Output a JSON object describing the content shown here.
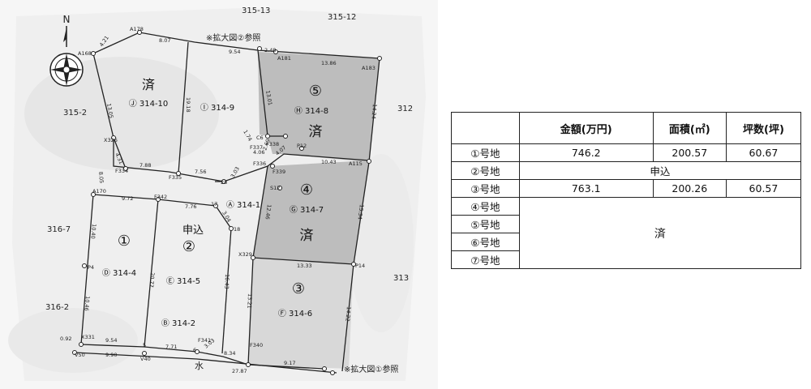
{
  "compass": {
    "north": "N"
  },
  "neighbors": {
    "top_left": "315-13",
    "top_right": "315-12",
    "left_upper": "315-2",
    "right_upper": "312",
    "left_middle": "316-7",
    "right_lower": "313",
    "left_lower": "316-2"
  },
  "notes": {
    "top": "※拡大図②参照",
    "bottom": "※拡大図①参照"
  },
  "road": {
    "label": "水"
  },
  "lots": [
    {
      "circle": "",
      "status": "済",
      "code": "Ⓙ 314-10"
    },
    {
      "circle": "",
      "status": "",
      "code": "Ⓘ 314-9"
    },
    {
      "circle": "⑤",
      "status": "済",
      "code": "Ⓗ 314-8"
    },
    {
      "circle": "④",
      "status": "済",
      "code": "Ⓖ 314-7"
    },
    {
      "circle": "",
      "status": "",
      "code": "Ⓐ 314-1"
    },
    {
      "circle": "①",
      "status": "",
      "code": "Ⓓ 314-4"
    },
    {
      "circle": "②",
      "status": "申込",
      "code": "Ⓔ 314-5"
    },
    {
      "circle": "③",
      "status": "",
      "code": "Ⓕ 314-6"
    },
    {
      "circle": "",
      "status": "",
      "code": "Ⓑ 314-2"
    }
  ],
  "points": [
    "A178",
    "A168",
    "A181",
    "A183",
    "C6",
    "X326",
    "F334",
    "F335",
    "F336",
    "F337",
    "F338",
    "F339",
    "P12",
    "A115",
    "S12",
    "A170",
    "F342",
    "18",
    "17",
    "28",
    "P4",
    "X329",
    "P14",
    "X331",
    "V50",
    "V40",
    "F341",
    "F340",
    "6",
    "5"
  ],
  "dimensions": [
    "4.21",
    "8.07",
    "9.54",
    "2.48",
    "13.86",
    "13.05",
    "19.18",
    "13.01",
    "14.24",
    "1.74",
    "4.06",
    "4.07",
    "2.69",
    "10.43",
    "4.31",
    "7.88",
    "7.56",
    "3.03",
    "8.05",
    "9.72",
    "7.76",
    "3.04",
    "12.46",
    "15.34",
    "10.40",
    "13.33",
    "16.43",
    "20.77",
    "10.46",
    "13.21",
    "14.22",
    "0.92",
    "9.54",
    "9.90",
    "7.71",
    "3.03",
    "8.34",
    "9.17",
    "27.87"
  ],
  "table": {
    "headers": [
      "",
      "金額(万円)",
      "面積(㎡)",
      "坪数(坪)"
    ],
    "rows": [
      {
        "name": "①号地",
        "price": "746.2",
        "area": "200.57",
        "tsubo": "60.67"
      },
      {
        "name": "②号地",
        "merged": "申込"
      },
      {
        "name": "③号地",
        "price": "763.1",
        "area": "200.26",
        "tsubo": "60.57"
      },
      {
        "name": "④号地"
      },
      {
        "name": "⑤号地"
      },
      {
        "name": "⑥号地"
      },
      {
        "name": "⑦号地"
      }
    ],
    "sold_label": "済"
  },
  "colors": {
    "sold_shade": "#bdbdbd",
    "background_texture": "#e9e9e9",
    "line": "#222222"
  }
}
